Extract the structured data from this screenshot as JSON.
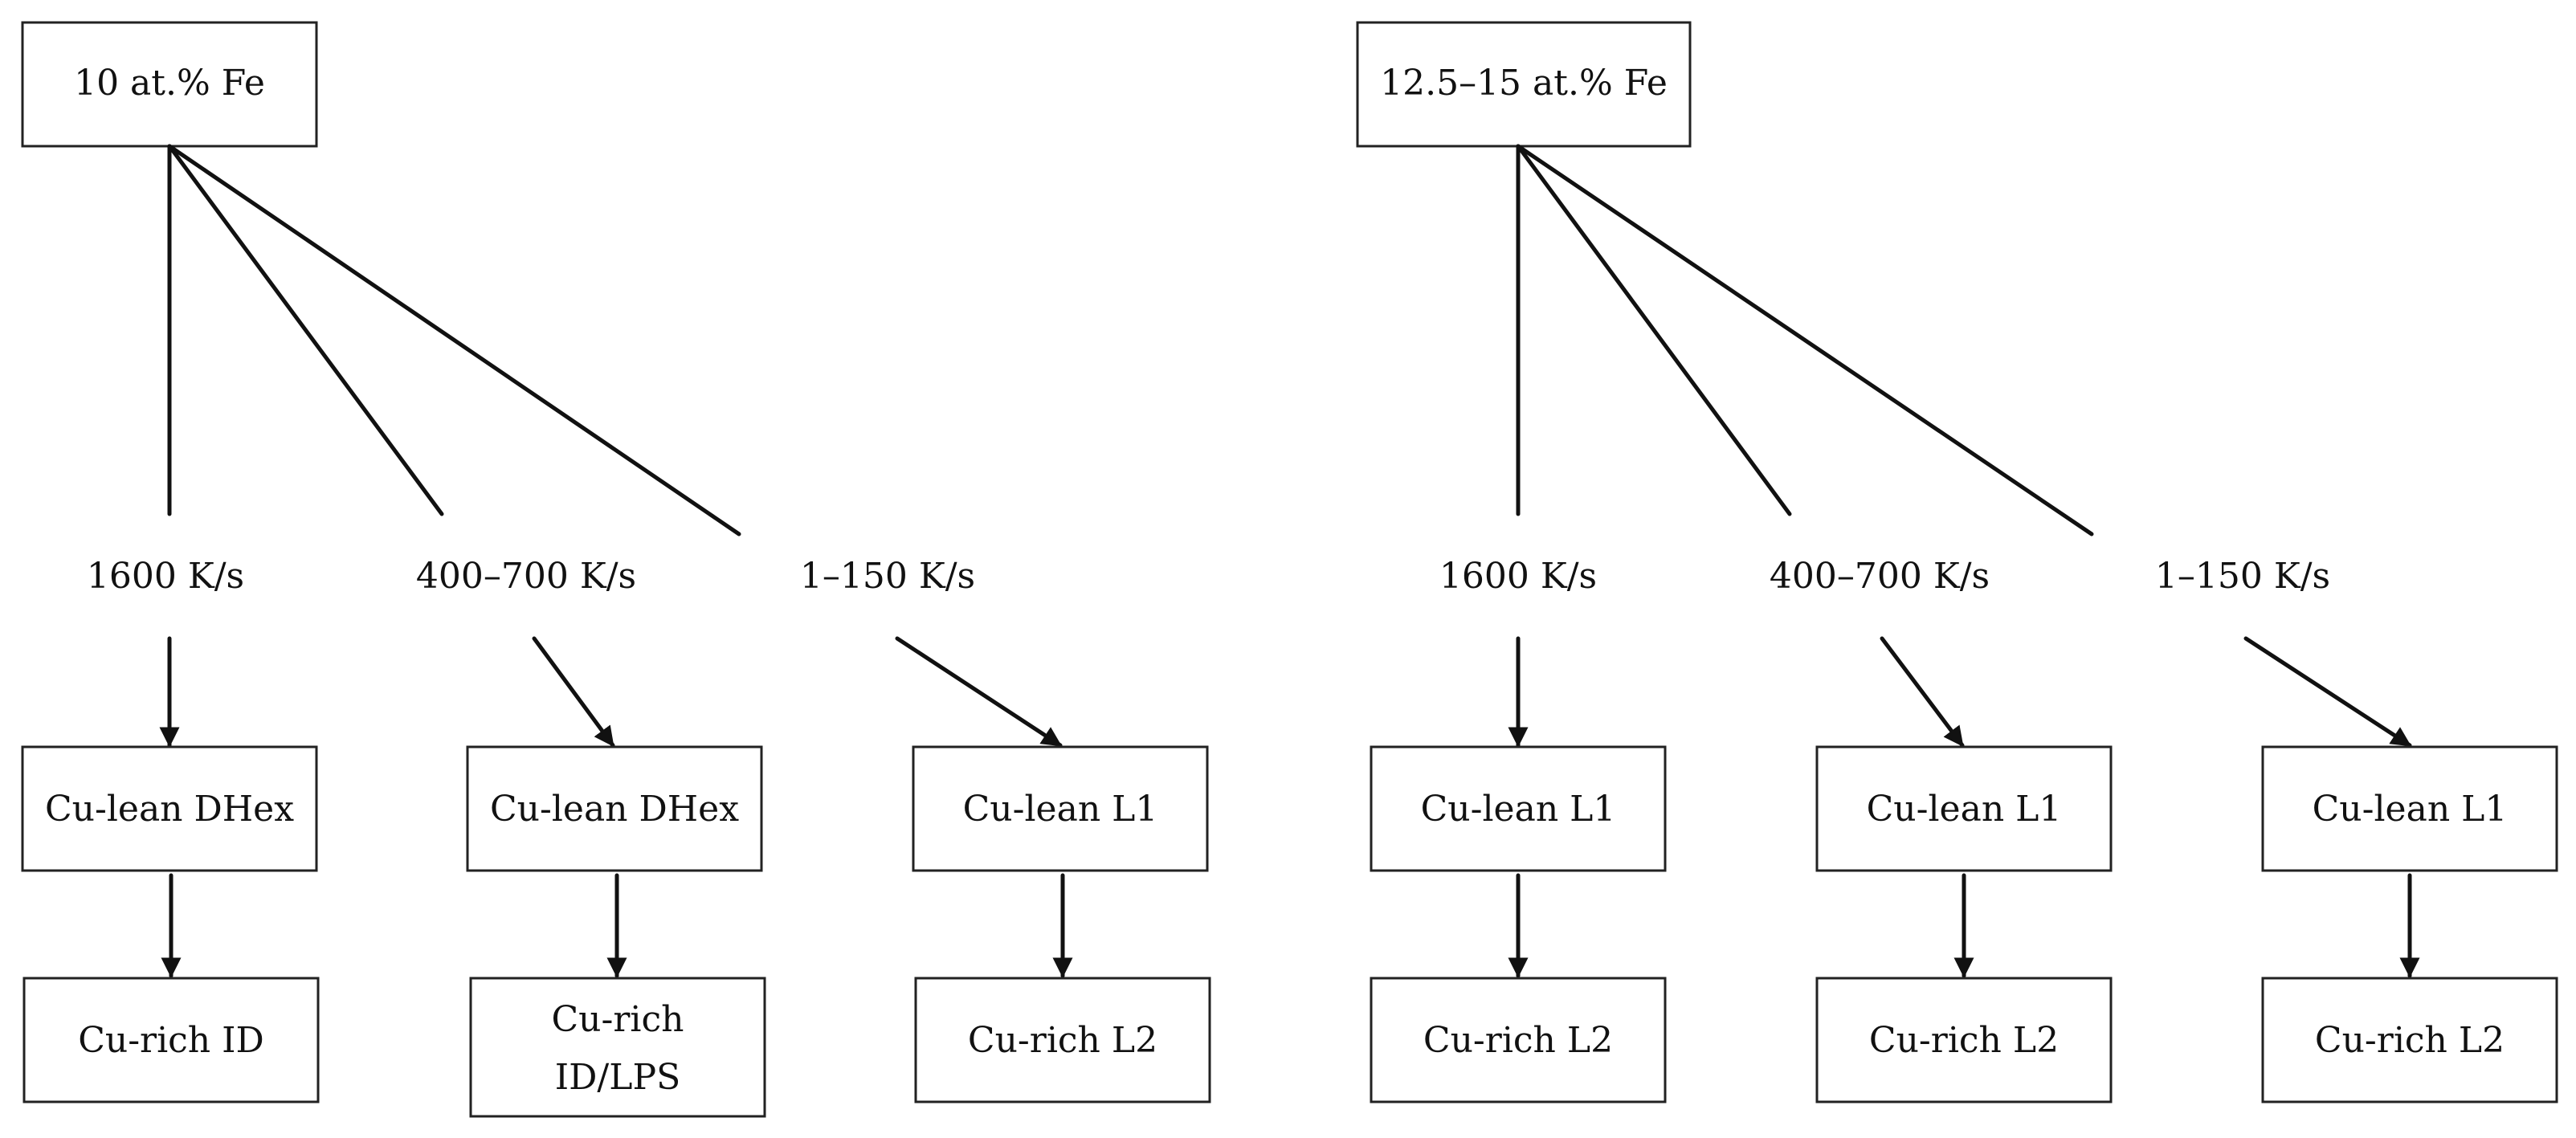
{
  "diagram": {
    "trees": [
      {
        "root": "10 at.% Fe",
        "branches": [
          {
            "rate": "1600 K/s",
            "first": "Cu-lean DHex",
            "second": [
              "Cu-rich ID"
            ]
          },
          {
            "rate": "400–700 K/s",
            "first": "Cu-lean DHex",
            "second": [
              "Cu-rich",
              "ID/LPS"
            ]
          },
          {
            "rate": "1–150 K/s",
            "first": "Cu-lean L1",
            "second": [
              "Cu-rich L2"
            ]
          }
        ]
      },
      {
        "root": "12.5–15 at.% Fe",
        "branches": [
          {
            "rate": "1600 K/s",
            "first": "Cu-lean L1",
            "second": [
              "Cu-rich L2"
            ]
          },
          {
            "rate": "400–700 K/s",
            "first": "Cu-lean L1",
            "second": [
              "Cu-rich L2"
            ]
          },
          {
            "rate": "1–150 K/s",
            "first": "Cu-lean L1",
            "second": [
              "Cu-rich L2"
            ]
          }
        ]
      }
    ]
  }
}
